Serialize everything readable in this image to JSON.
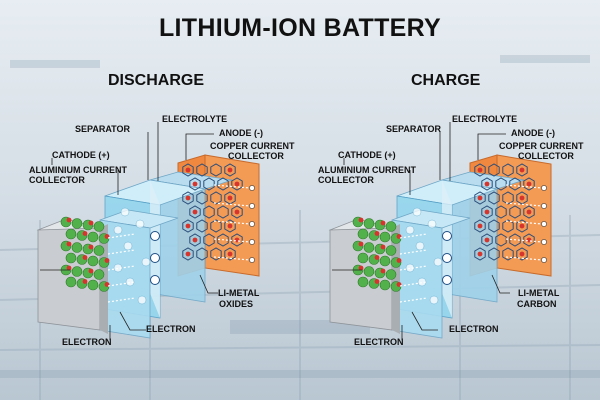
{
  "title": "LITHIUM-ION BATTERY",
  "panels": [
    {
      "heading": "DISCHARGE",
      "labels": {
        "separator": "SEPARATOR",
        "electrolyte": "ELECTROLYTE",
        "anode": "ANODE (-)",
        "copper_1": "COPPER CURRENT",
        "copper_2": "COLLECTOR",
        "cathode": "CATHODE (+)",
        "aluminium_1": "ALUMINIUM CURRENT",
        "aluminium_2": "COLLECTOR",
        "material_1": "LI-METAL",
        "material_2": "OXIDES",
        "electron_right": "ELECTRON",
        "electron_bottom": "ELECTRON"
      }
    },
    {
      "heading": "CHARGE",
      "labels": {
        "separator": "SEPARATOR",
        "electrolyte": "ELECTROLYTE",
        "anode": "ANODE (-)",
        "copper_1": "COPPER CURRENT",
        "copper_2": "COLLECTOR",
        "cathode": "CATHODE (+)",
        "aluminium_1": "ALUMINIUM CURRENT",
        "aluminium_2": "COLLECTOR",
        "material_1": "LI-METAL",
        "material_2": "CARBON",
        "electron_right": "ELECTRON",
        "electron_bottom": "ELECTRON"
      }
    }
  ],
  "colors": {
    "copper": "#f0893f",
    "aluminium": "#c9ccd0",
    "electrolyte": "#8fd6ef",
    "separator": "#dceff8",
    "cathode_sphere": "#53b14b",
    "lithium_ion": "#d6342c",
    "graphite": "#2a4d7a",
    "background": "#cfd9e2"
  }
}
